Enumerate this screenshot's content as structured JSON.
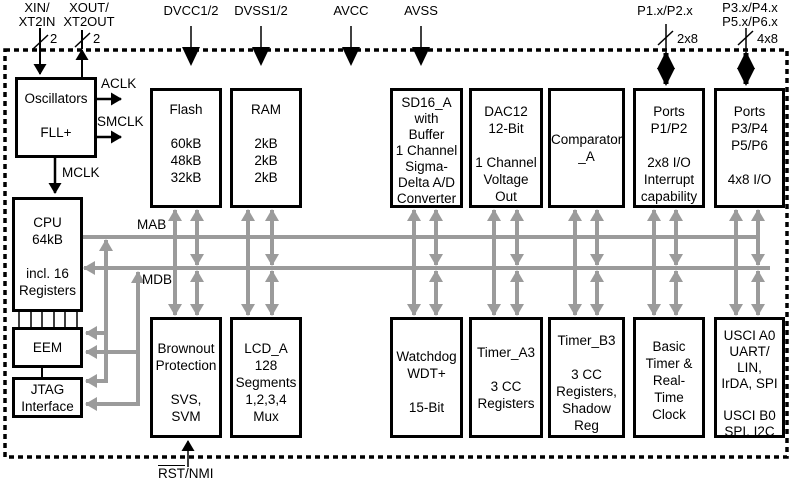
{
  "pins": {
    "xin": "XIN/\nXT2IN",
    "xin_width": "2",
    "xout": "XOUT/\nXT2OUT",
    "xout_width": "2",
    "dvcc": "DVCC1/2",
    "dvss": "DVSS1/2",
    "avcc": "AVCC",
    "avss": "AVSS",
    "p12": "P1.x/P2.x",
    "p12_width": "2x8",
    "p36": "P3.x/P4.x\nP5.x/P6.x",
    "p36_width": "4x8",
    "rst": "RST",
    "rst_suffix": "/NMI"
  },
  "clocks": {
    "aclk": "ACLK",
    "smclk": "SMCLK",
    "mclk": "MCLK"
  },
  "buses": {
    "mab": "MAB",
    "mdb": "MDB"
  },
  "blocks": {
    "oscillators": "Oscillators\n\nFLL+",
    "cpu": "CPU\n64kB\n\nincl. 16\nRegisters",
    "eem": "EEM",
    "jtag": "JTAG\nInterface",
    "flash": "Flash\n\n60kB\n48kB\n32kB",
    "ram": "RAM\n\n2kB\n2kB\n2kB",
    "sd16": "SD16_A\nwith\nBuffer\n1 Channel\nSigma-\nDelta A/D\nConverter",
    "dac12": "DAC12\n12-Bit\n\n1 Channel\nVoltage\nOut",
    "comparator": "Comparator\n_A",
    "ports12": "Ports\nP1/P2\n\n2x8 I/O\nInterrupt\ncapability",
    "ports36": "Ports\nP3/P4\nP5/P6\n\n4x8 I/O",
    "brownout": "Brownout\nProtection\n\nSVS,\nSVM",
    "lcd": "LCD_A\n128\nSegments\n1,2,3,4\nMux",
    "watchdog": "Watchdog\nWDT+\n\n15-Bit",
    "timer_a3": "Timer_A3\n\n3 CC\nRegisters",
    "timer_b3": "Timer_B3\n\n3 CC\nRegisters,\nShadow\nReg",
    "basic_timer": "Basic\nTimer &\nReal-\nTime\nClock",
    "usci": "USCI A0\nUART/\nLIN,\nIrDA, SPI\n\nUSCI B0\nSPI, I2C"
  },
  "colors": {
    "ink": "#000000",
    "bus": "#9b9b9b"
  }
}
